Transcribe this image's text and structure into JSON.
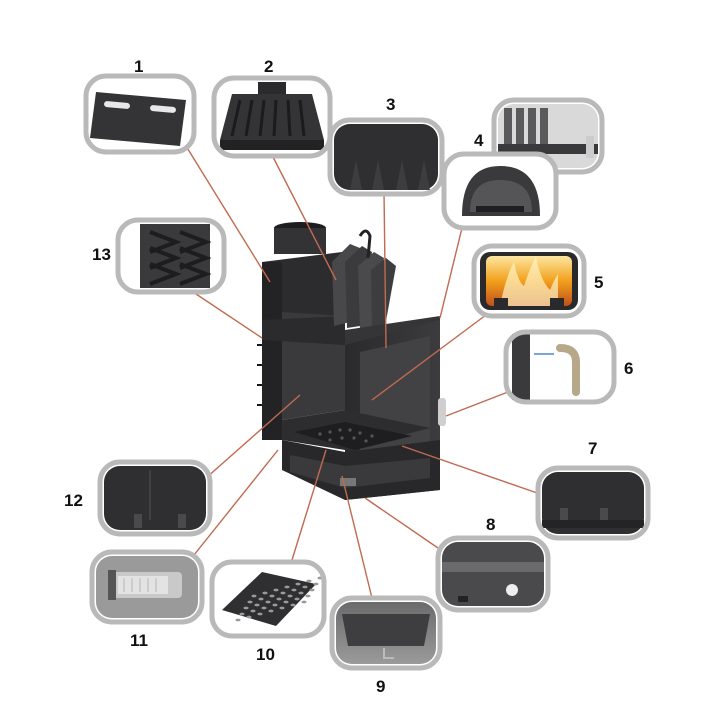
{
  "callouts": [
    {
      "id": 1,
      "label": "1"
    },
    {
      "id": 2,
      "label": "2"
    },
    {
      "id": 3,
      "label": "3"
    },
    {
      "id": 4,
      "label": "4"
    },
    {
      "id": 5,
      "label": "5"
    },
    {
      "id": 6,
      "label": "6"
    },
    {
      "id": 7,
      "label": "7"
    },
    {
      "id": 8,
      "label": "8"
    },
    {
      "id": 9,
      "label": "9"
    },
    {
      "id": 10,
      "label": "10"
    },
    {
      "id": 11,
      "label": "11"
    },
    {
      "id": 12,
      "label": "12"
    },
    {
      "id": 13,
      "label": "13"
    }
  ],
  "colors": {
    "frame": "#b9b9b9",
    "leader": "#c06a50",
    "body": "#2f2f31",
    "body_light": "#4a4a4d",
    "flame": "#f0a020"
  }
}
